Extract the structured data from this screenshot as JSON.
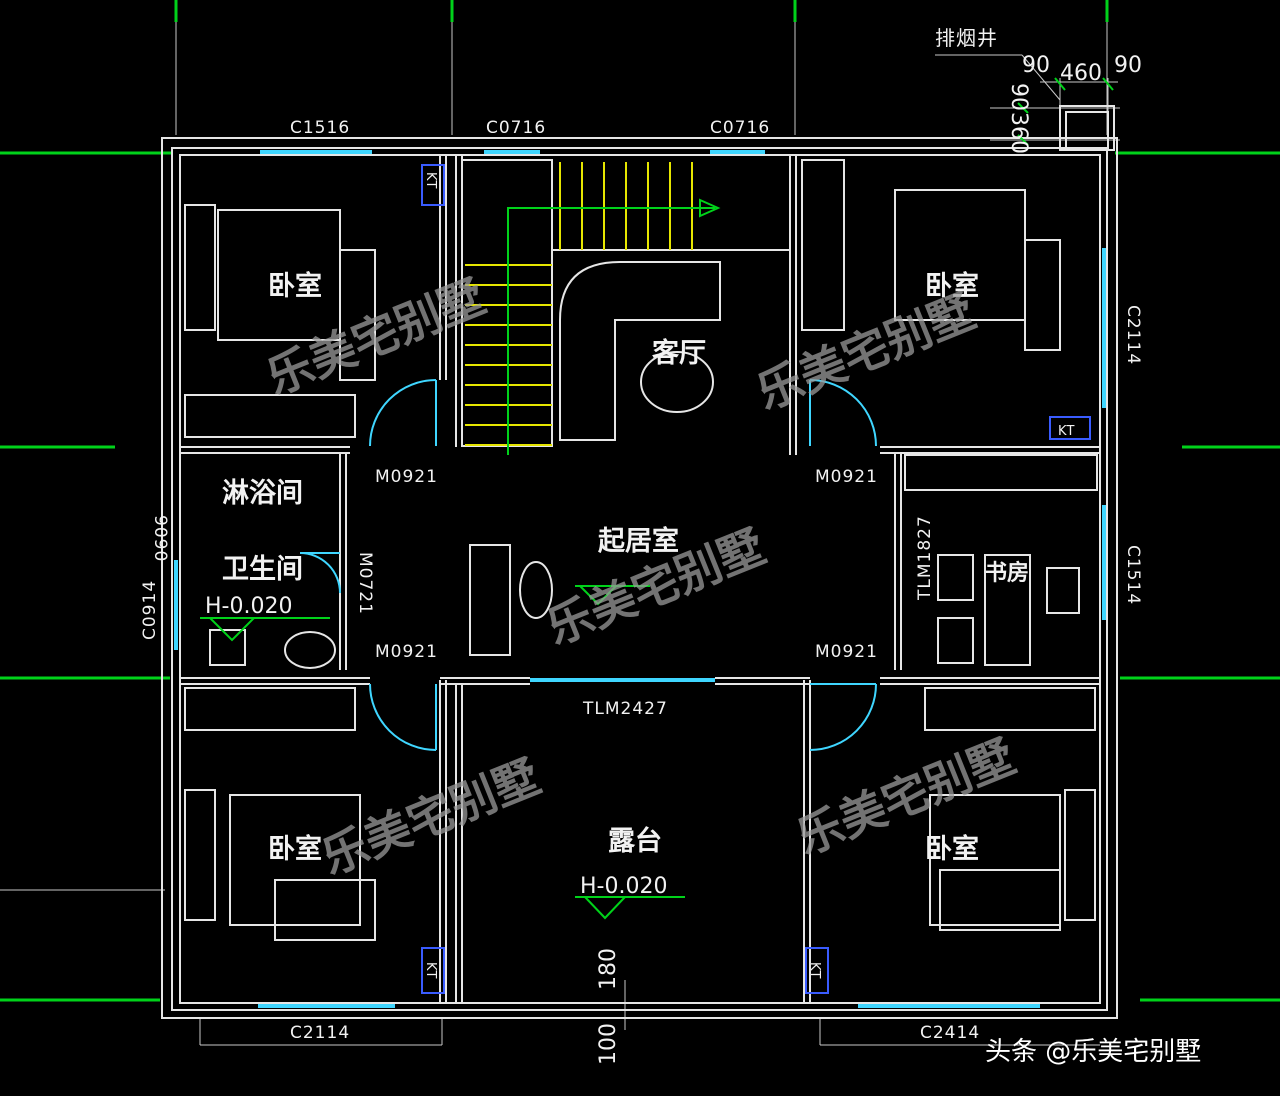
{
  "rooms": {
    "bedroom_tl": "卧室",
    "bedroom_tr": "卧室",
    "bedroom_bl": "卧室",
    "bedroom_br": "卧室",
    "living": "客厅",
    "family_room": "起居室",
    "shower": "淋浴间",
    "toilet": "卫生间",
    "study": "书房",
    "terrace": "露台",
    "chimney_shaft": "排烟井"
  },
  "window_tags": {
    "top_left": "C1516",
    "top_mid_left": "C0716",
    "top_mid_right": "C0716",
    "right_upper": "C2114",
    "right_lower": "C1514",
    "left_lower": "C0914",
    "bottom_left": "C2114",
    "bottom_right": "C2414"
  },
  "door_tags": {
    "m_tl": "M0921",
    "m_tr": "M0921",
    "m_bl": "M0921",
    "m_br": "M0921",
    "m_bath": "M0721",
    "tlm_study": "TLM1827",
    "tlm_terrace": "TLM2427"
  },
  "ac_tag": "KT",
  "levels": {
    "toilet": "H-0.020",
    "terrace": "H-0.020"
  },
  "dimensions": {
    "d1": "90",
    "d2": "460",
    "d3": "90",
    "v1": "90",
    "v2": "360",
    "left_total": "9090",
    "bottom_180": "180",
    "bottom_100": "100"
  },
  "watermark": "乐美宅别墅",
  "credit": "头条 @乐美宅别墅"
}
